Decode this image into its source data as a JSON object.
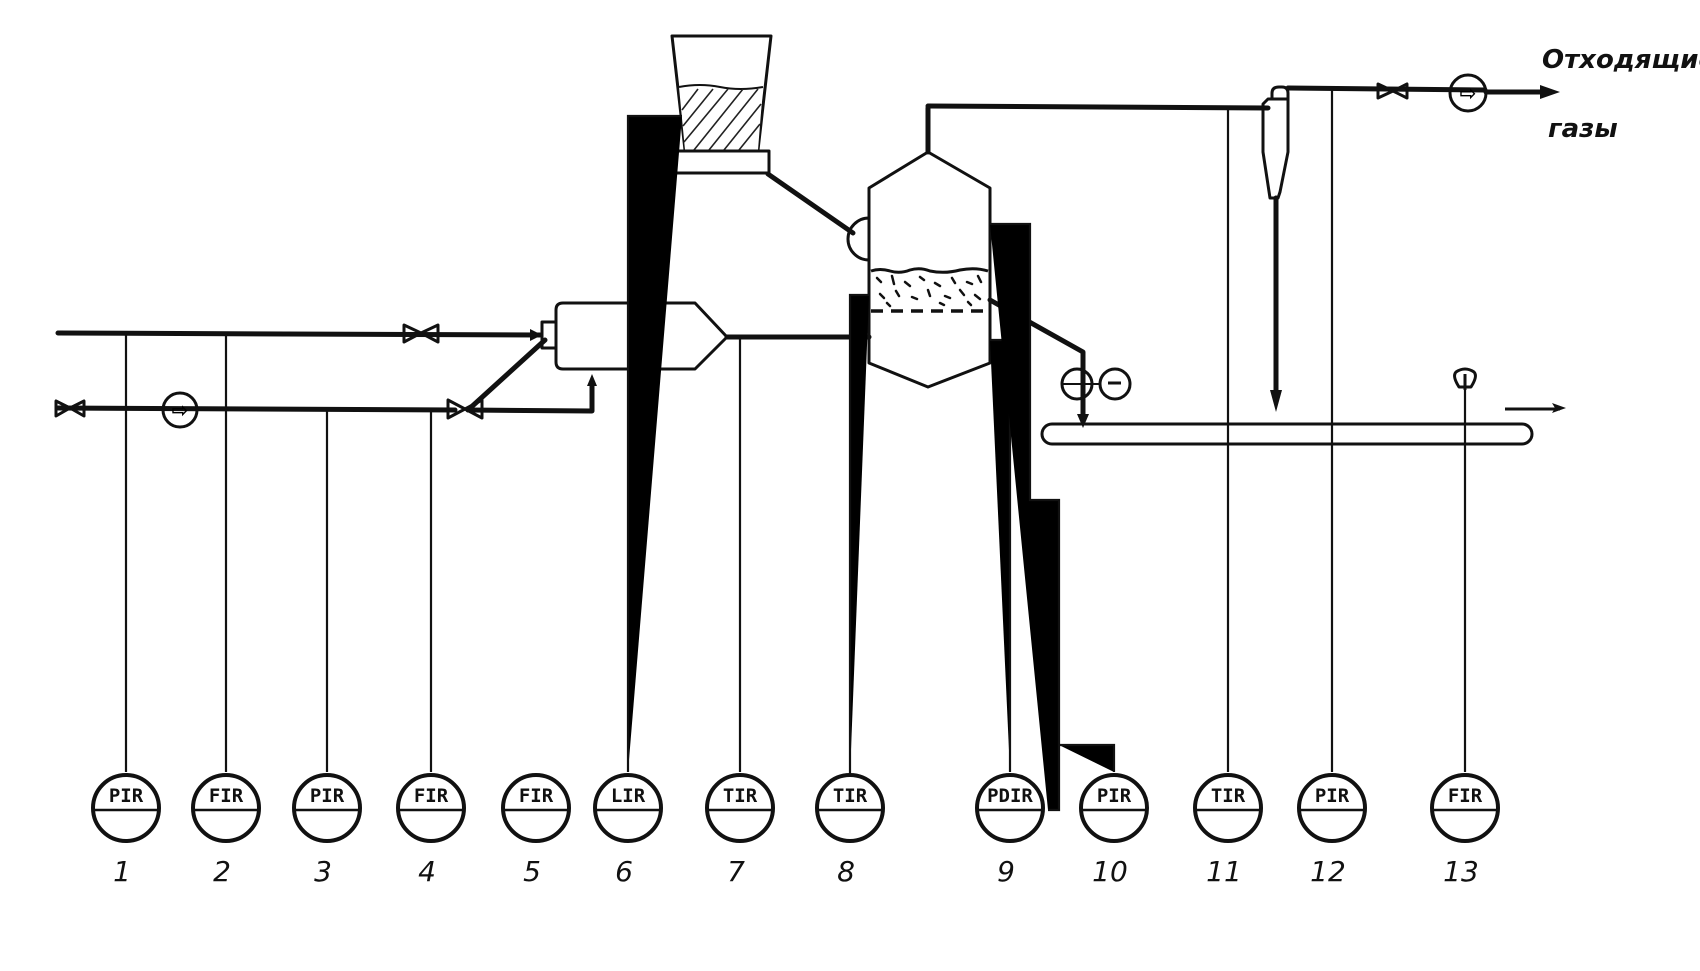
{
  "diagram": {
    "type": "process-flow-instrumentation",
    "outlet_label_line1": "Отходящие",
    "outlet_label_line2": "газы",
    "pump_glyph": "⇨",
    "motor_glyph": "−",
    "instruments": [
      {
        "code": "PIR",
        "number": "1"
      },
      {
        "code": "FIR",
        "number": "2"
      },
      {
        "code": "PIR",
        "number": "3"
      },
      {
        "code": "FIR",
        "number": "4"
      },
      {
        "code": "FIR",
        "number": "5"
      },
      {
        "code": "LIR",
        "number": "6"
      },
      {
        "code": "TIR",
        "number": "7"
      },
      {
        "code": "TIR",
        "number": "8"
      },
      {
        "code": "PDIR",
        "number": "9"
      },
      {
        "code": "PIR",
        "number": "10"
      },
      {
        "code": "TIR",
        "number": "11"
      },
      {
        "code": "PIR",
        "number": "12"
      },
      {
        "code": "FIR",
        "number": "13"
      }
    ],
    "equipment": [
      "feed-hopper",
      "burner-chamber",
      "fluidized-bed-reactor",
      "cyclone",
      "screw-conveyor",
      "gas-blower",
      "air-blower"
    ]
  }
}
